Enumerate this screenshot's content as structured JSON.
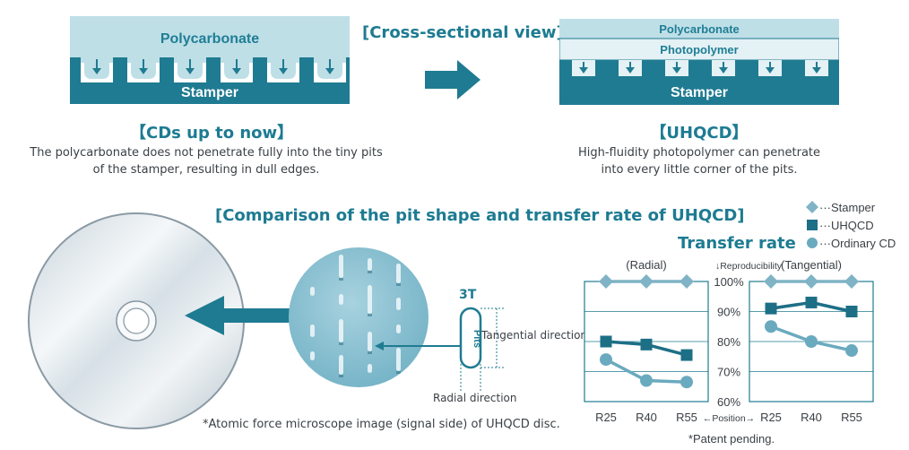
{
  "cross_section": {
    "title": "[Cross-sectional view]",
    "left": {
      "layer_top": "Polycarbonate",
      "layer_bottom": "Stamper",
      "heading": "【CDs up to now】",
      "description_line1": "The polycarbonate does not penetrate fully into the tiny pits",
      "description_line2": "of the stamper, resulting in dull edges."
    },
    "right": {
      "layer_top": "Polycarbonate",
      "layer_middle": "Photopolymer",
      "layer_bottom": "Stamper",
      "heading": "【UHQCD】",
      "description_line1": "High-fluidity photopolymer can penetrate",
      "description_line2": "into every little corner of the pits."
    }
  },
  "comparison": {
    "title": "[Comparison of the pit shape and transfer rate of UHQCD]",
    "afm_caption": "*Atomic force microscope image (signal side) of UHQCD disc.",
    "pit_label": "3T",
    "pit_text": "Pits",
    "tangential_label": "Tangential direction",
    "radial_label": "Radial direction"
  },
  "chart_data": {
    "type": "line",
    "title": "Transfer rate",
    "legend": [
      "···Stamper",
      "···UHQCD",
      "···Ordinary CD"
    ],
    "legend_position": "top-right",
    "ylabel": "↓Reproducibility",
    "xlabel": "←Position→",
    "y_ticks": [
      "100%",
      "90%",
      "80%",
      "70%",
      "60%"
    ],
    "ylim": [
      60,
      100
    ],
    "footnote": "*Patent pending.",
    "panels": [
      {
        "name": "(Radial)",
        "categories": [
          "R25",
          "R40",
          "R55"
        ],
        "series": [
          {
            "name": "Stamper",
            "values": [
              100,
              100,
              100
            ],
            "color": "#7fb3c5"
          },
          {
            "name": "UHQCD",
            "values": [
              80,
              79,
              75.5
            ],
            "color": "#1d6f86"
          },
          {
            "name": "Ordinary CD",
            "values": [
              74,
              67,
              66.5
            ],
            "color": "#6aaabf"
          }
        ]
      },
      {
        "name": "(Tangential)",
        "categories": [
          "R25",
          "R40",
          "R55"
        ],
        "series": [
          {
            "name": "Stamper",
            "values": [
              100,
              100,
              100
            ],
            "color": "#7fb3c5"
          },
          {
            "name": "UHQCD",
            "values": [
              91,
              93,
              90
            ],
            "color": "#1d6f86"
          },
          {
            "name": "Ordinary CD",
            "values": [
              85,
              80,
              77
            ],
            "color": "#6aaabf"
          }
        ]
      }
    ]
  }
}
